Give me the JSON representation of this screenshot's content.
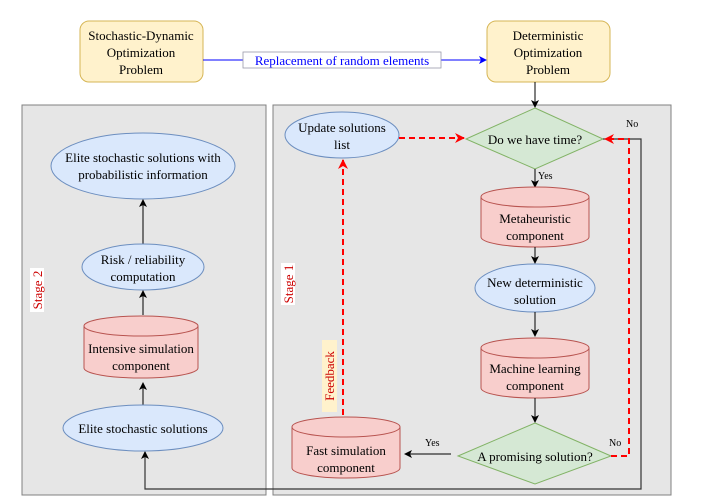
{
  "top": {
    "stochastic_problem": [
      "Stochastic-Dynamic",
      "Optimization",
      "Problem"
    ],
    "deterministic_problem": [
      "Deterministic",
      "Optimization",
      "Problem"
    ],
    "replacement_label": "Replacement of random elements"
  },
  "stage2": {
    "label": "Stage 2",
    "elite_with_info": [
      "Elite stochastic solutions with",
      "probabilistic information"
    ],
    "risk": [
      "Risk / reliability",
      "computation"
    ],
    "intensive_sim": [
      "Intensive simulation",
      "component"
    ],
    "elite": "Elite stochastic solutions"
  },
  "stage1": {
    "label": "Stage 1",
    "update_list": [
      "Update solutions",
      "list"
    ],
    "time_question": "Do we have time?",
    "no_top": "No",
    "yes_top": "Yes",
    "metaheuristic": [
      "Metaheuristic",
      "component"
    ],
    "new_solution": [
      "New deterministic",
      "solution"
    ],
    "ml": [
      "Machine learning",
      "component"
    ],
    "promising_question": "A promising solution?",
    "yes_bottom": "Yes",
    "no_bottom": "No",
    "fast_sim": [
      "Fast simulation",
      "component"
    ],
    "feedback": "Feedback"
  },
  "colors": {
    "yellow_fill": "#fff2cc",
    "yellow_stroke": "#d6b656",
    "blue_fill": "#dae8fc",
    "blue_stroke": "#6c8ebf",
    "red_fill": "#f8cecc",
    "red_stroke": "#b85450",
    "green_fill": "#d5e8d4",
    "green_stroke": "#82b366",
    "panel_fill": "#e6e6e6",
    "panel_stroke": "#808080",
    "dash_red": "#ff0000",
    "label_blue": "#0000ff",
    "stage_red": "#cc0000"
  }
}
